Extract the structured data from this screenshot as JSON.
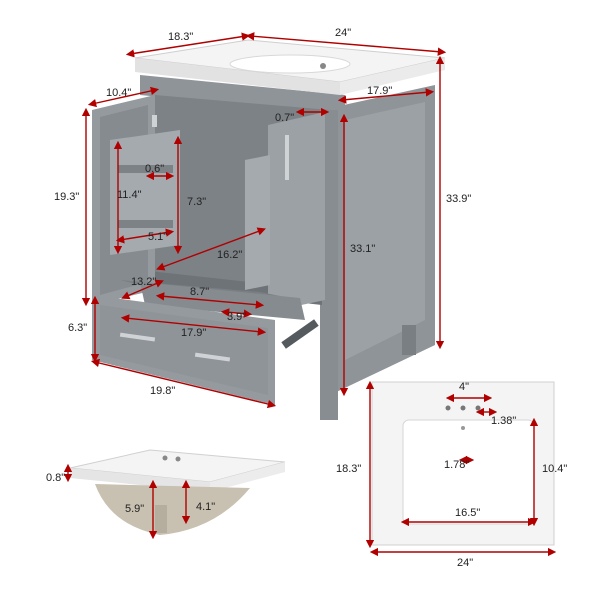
{
  "colors": {
    "cabinet": "#8f9499",
    "cabinet_dark": "#6e7378",
    "cabinet_light": "#a5aaaf",
    "interior": "#7d8287",
    "sink": "#f4f4f4",
    "basin_under": "#c8c0b0",
    "dimension_red": "#b00000",
    "handle": "#d0d3d6"
  },
  "icons": [
    "sink-faucet-hole-icon",
    "drawer-slide-icon",
    "door-hinge-icon"
  ],
  "dimensions": {
    "top_depth": "18.3\"",
    "top_width": "24\"",
    "door_width": "10.4\"",
    "inner_depth": "17.9\"",
    "door_gap": "0.7\"",
    "door_height": "19.3\"",
    "shelf_gap": "0.6\"",
    "shelf_height": "11.4\"",
    "inner_shelf_height": "7.3\"",
    "shelf_depth": "5.1\"",
    "inner_width": "16.2\"",
    "total_height": "33.9\"",
    "body_height": "33.1\"",
    "drawer_depth": "13.2\"",
    "drawer_inner_width": "8.7\"",
    "drawer_notch": "3.9\"",
    "drawer_width": "17.9\"",
    "drawer_height": "6.3\"",
    "base_width": "19.8\"",
    "sink_rim": "0.8\"",
    "basin_depth": "5.9\"",
    "drain_depth": "4.1\"",
    "top_view_depth": "18.3\"",
    "faucet_spacing": "4\"",
    "faucet_offset": "1.38\"",
    "drain_offset": "1.78\"",
    "basin_length": "10.4\"",
    "basin_width": "16.5\"",
    "top_view_width": "24\""
  }
}
